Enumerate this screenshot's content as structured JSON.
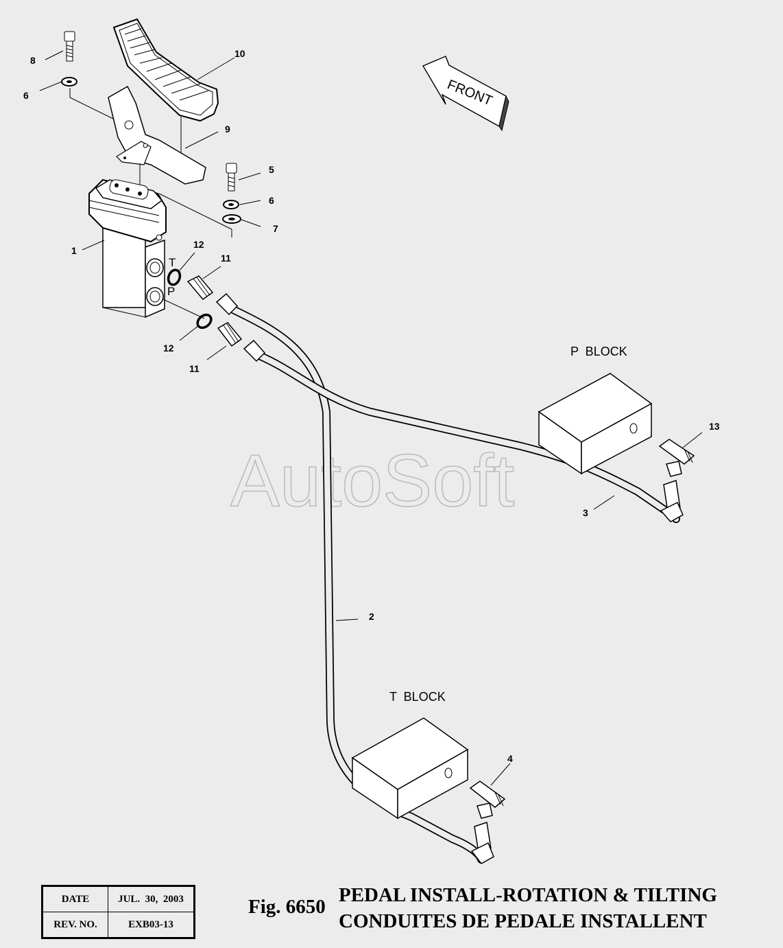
{
  "watermark": "AutoSoft",
  "direction_arrow": "FRONT",
  "port_labels": {
    "t": "T",
    "p": "P"
  },
  "block_labels": {
    "p_block": "P  BLOCK",
    "t_block": "T  BLOCK"
  },
  "callouts": [
    "1",
    "2",
    "3",
    "4",
    "5",
    "6",
    "6",
    "7",
    "8",
    "9",
    "10",
    "11",
    "11",
    "12",
    "12",
    "13"
  ],
  "info": {
    "date_label": "DATE",
    "date_value": "JUL.  30,  2003",
    "rev_label": "REV. NO.",
    "rev_value": "EXB03-13"
  },
  "figure": {
    "number": "Fig. 6650",
    "title_en": "PEDAL INSTALL-ROTATION & TILTING",
    "title_fr": "CONDUITES DE PEDALE INSTALLENT"
  }
}
